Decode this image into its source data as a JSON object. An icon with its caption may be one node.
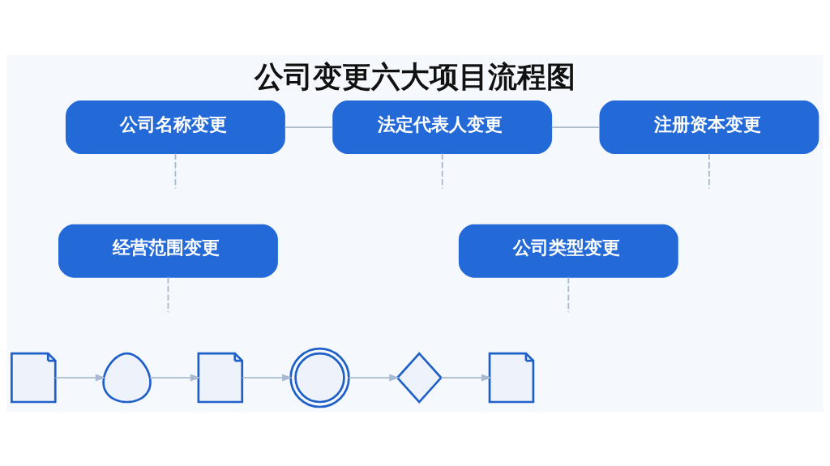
{
  "diagram": {
    "title": "公司变更六大项目流程图",
    "nodes": [
      {
        "text": [
          "公司名称变更"
        ]
      },
      {
        "text": [
          "法定代表人变更"
        ]
      },
      {
        "text": [
          "注册资本变更"
        ]
      },
      {
        "text": [
          "经营范围变更"
        ]
      },
      {
        "text": [
          "公司类型变更"
        ]
      },
      {
        "text": [],
        "shape": "picture"
      },
      {
        "text": [],
        "shape": "picture"
      },
      {
        "text": [],
        "shape": "picture"
      },
      {
        "text": [],
        "shape": "picture"
      },
      {
        "text": [],
        "shape": "picture"
      },
      {
        "text": [],
        "shape": "picture"
      }
    ],
    "edges": [
      {
        "from": 0,
        "to": 1,
        "arrow": "none"
      },
      {
        "from": 1,
        "to": 2,
        "arrow": "none"
      },
      {
        "from": 0,
        "to": null,
        "arrow": "none",
        "style": "dashed"
      },
      {
        "from": 1,
        "to": null,
        "arrow": "none",
        "style": "dashed"
      },
      {
        "from": 2,
        "to": null,
        "arrow": "none",
        "style": "dashed"
      },
      {
        "from": 3,
        "to": null,
        "arrow": "none",
        "style": "dashed"
      },
      {
        "from": 4,
        "to": null,
        "arrow": "none",
        "style": "dashed"
      },
      {
        "from": 5,
        "to": 6,
        "arrow": "to"
      },
      {
        "from": 6,
        "to": 7,
        "arrow": "to"
      },
      {
        "from": 7,
        "to": 8,
        "arrow": "to"
      },
      {
        "from": 8,
        "to": 9,
        "arrow": "to"
      },
      {
        "from": 9,
        "to": 10,
        "arrow": "to"
      }
    ]
  }
}
